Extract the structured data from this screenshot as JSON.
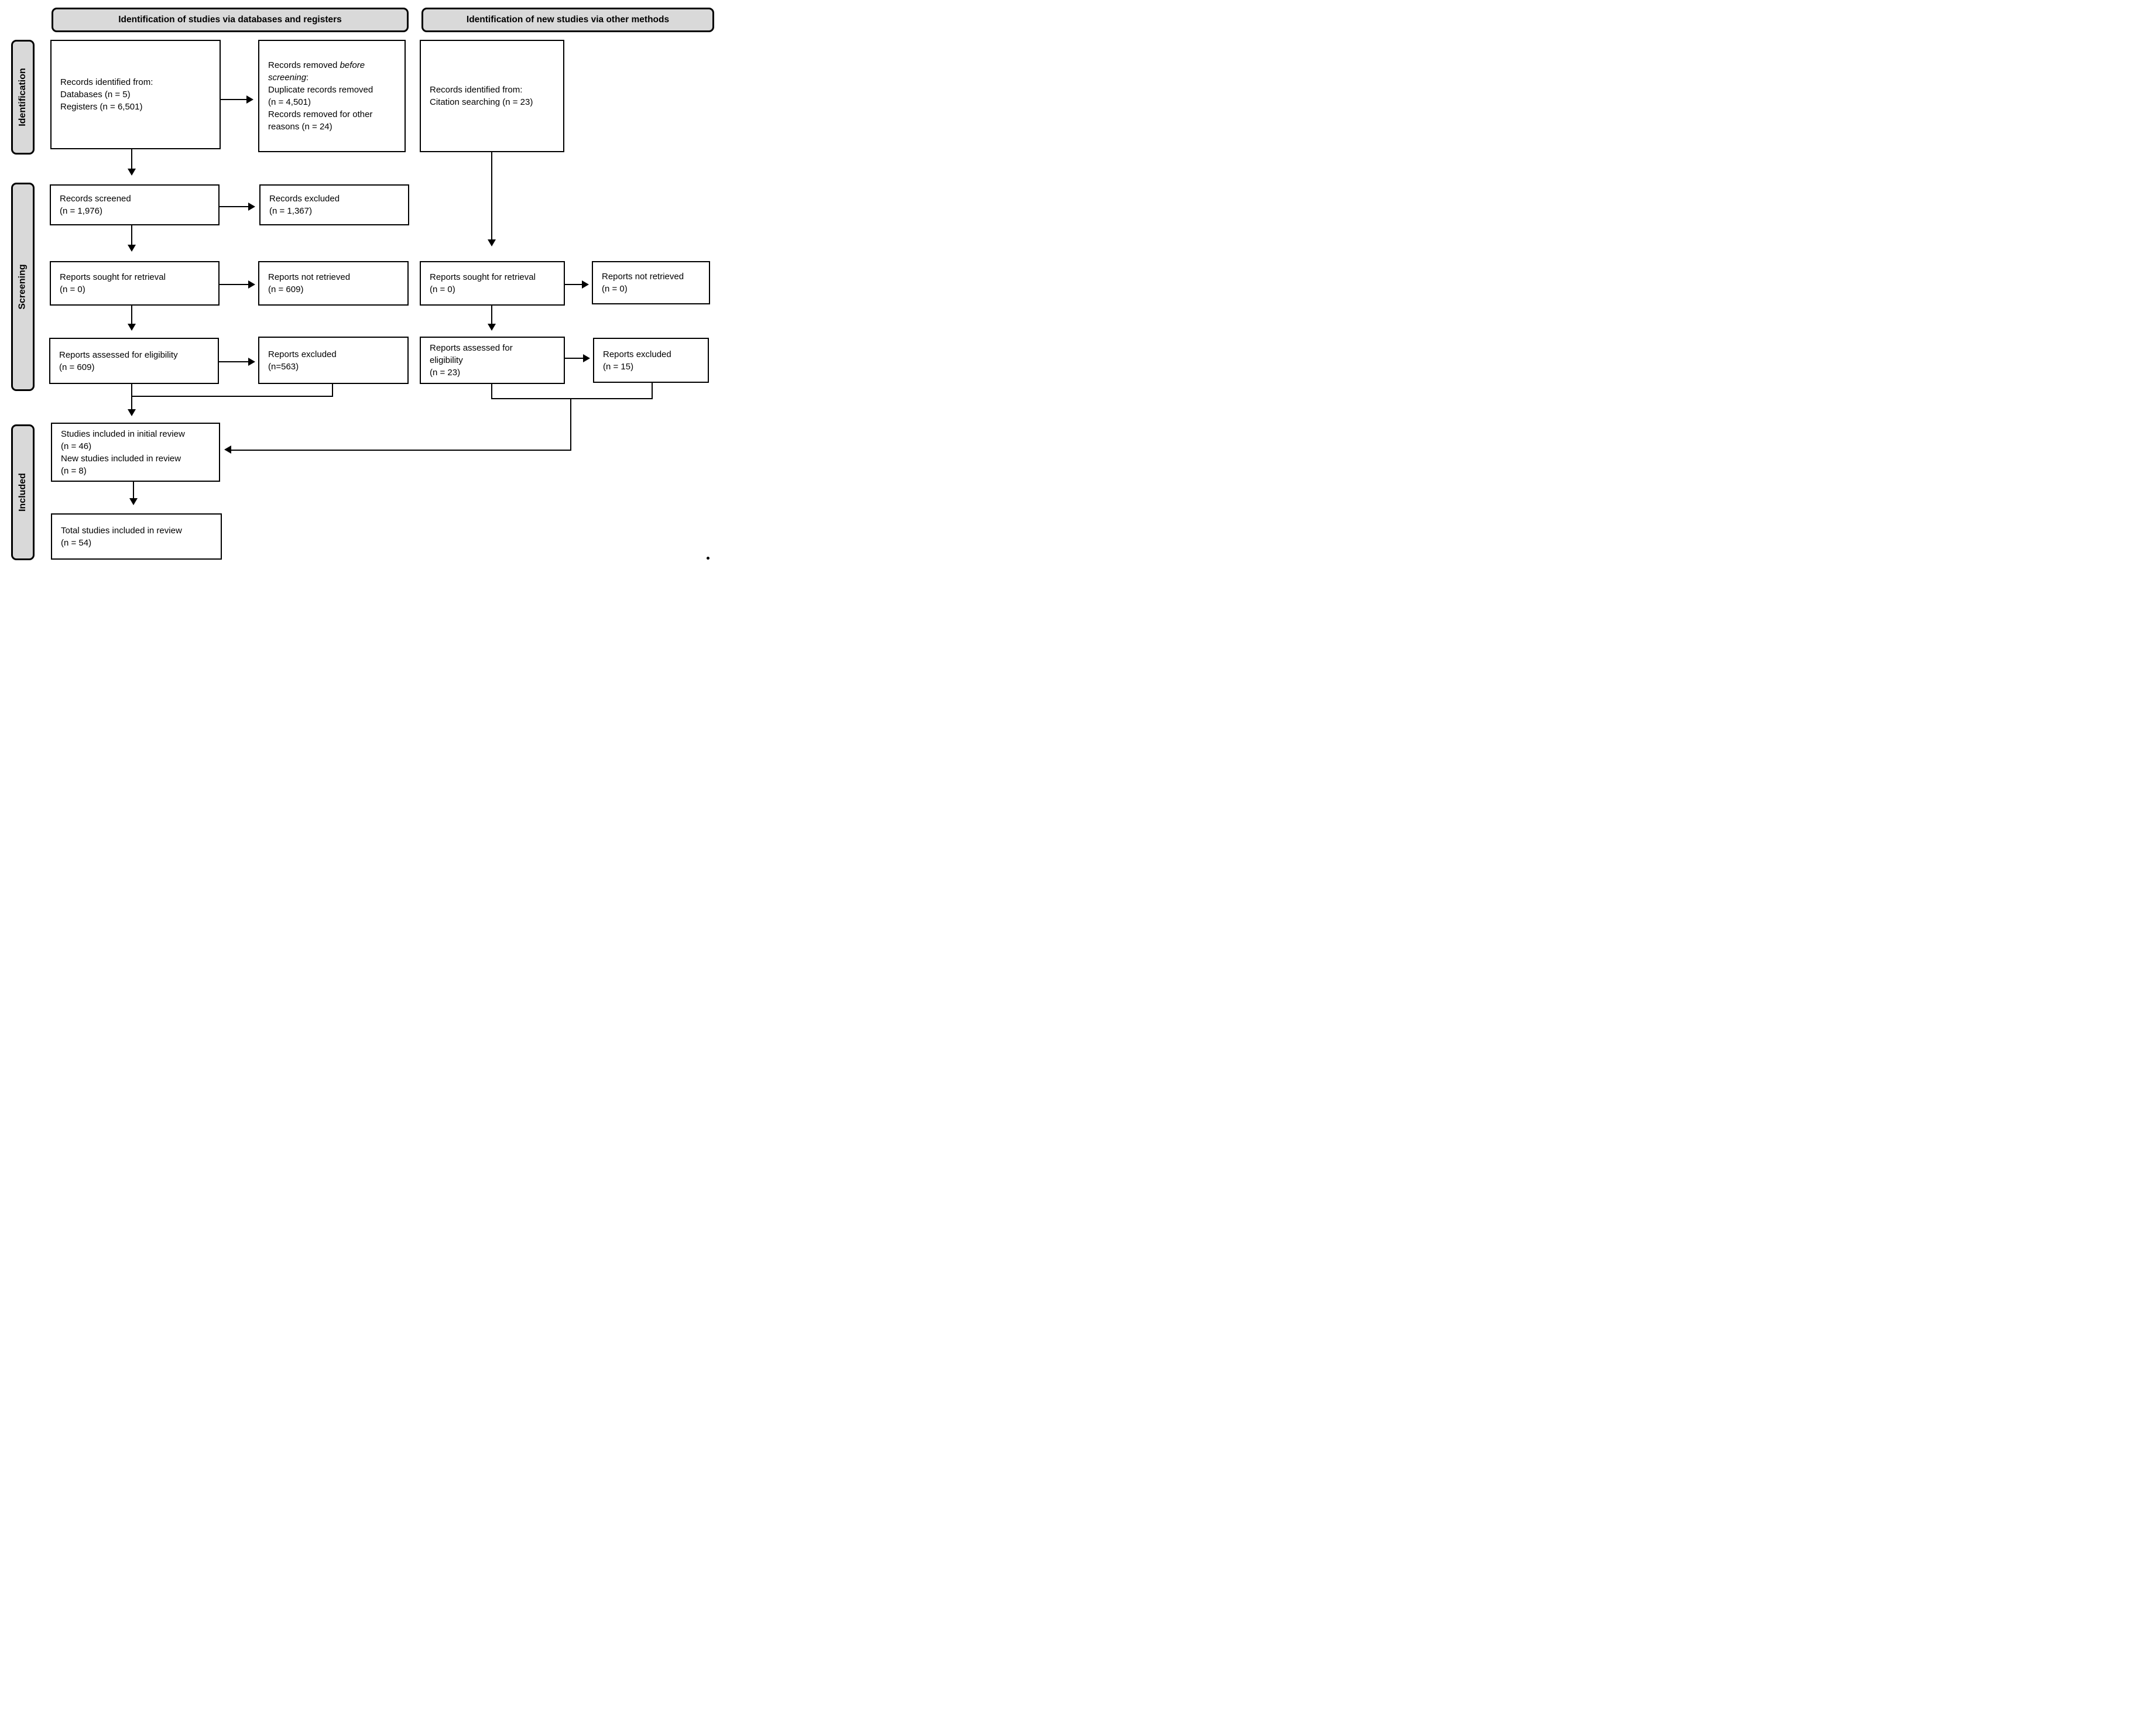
{
  "headers": {
    "left": "Identification of studies via databases and registers",
    "right": "Identification of new studies via other methods"
  },
  "stages": {
    "identification": "Identification",
    "screening": "Screening",
    "included": "Included"
  },
  "boxes": {
    "records_identified_databases": {
      "lines": [
        "Records identified from:",
        "Databases (n = 5)",
        "Registers (n = 6,501)"
      ]
    },
    "records_removed_before_screening": {
      "line1_pre": "Records removed ",
      "line1_italic": "before",
      "line2_italic": "screening",
      "line2_post": ":",
      "rest_lines": [
        "Duplicate records removed",
        "(n = 4,501)",
        "Records removed for other",
        "reasons (n = 24)"
      ]
    },
    "records_identified_citation": {
      "lines": [
        "Records identified from:",
        "Citation searching (n = 23)"
      ]
    },
    "records_screened": {
      "lines": [
        "Records screened",
        "(n = 1,976)"
      ]
    },
    "records_excluded": {
      "lines": [
        "Records excluded",
        "(n = 1,367)"
      ]
    },
    "reports_sought_databases": {
      "lines": [
        "Reports sought for retrieval",
        "(n = 0)"
      ]
    },
    "reports_not_retrieved_databases": {
      "lines": [
        "Reports not retrieved",
        "(n = 609)"
      ]
    },
    "reports_sought_other": {
      "lines": [
        "Reports sought for retrieval",
        "(n = 0)"
      ]
    },
    "reports_not_retrieved_other": {
      "lines": [
        "Reports not retrieved",
        "(n = 0)"
      ]
    },
    "reports_assessed_databases": {
      "lines": [
        "Reports assessed for eligibility",
        "(n = 609)"
      ]
    },
    "reports_excluded_databases": {
      "lines": [
        "Reports excluded",
        "(n=563)"
      ]
    },
    "reports_assessed_other": {
      "lines": [
        "Reports assessed for",
        "eligibility",
        "(n = 23)"
      ]
    },
    "reports_excluded_other": {
      "lines": [
        "Reports excluded",
        "(n = 15)"
      ]
    },
    "studies_included": {
      "lines": [
        "Studies included in initial review",
        "(n = 46)",
        "New studies included in review",
        "(n = 8)"
      ]
    },
    "total_studies": {
      "lines": [
        "Total studies included in review",
        "(n = 54)"
      ]
    }
  },
  "colors": {
    "stage_fill": "#d9d9d9",
    "box_border": "#000000",
    "line": "#000000"
  },
  "footnote": "."
}
